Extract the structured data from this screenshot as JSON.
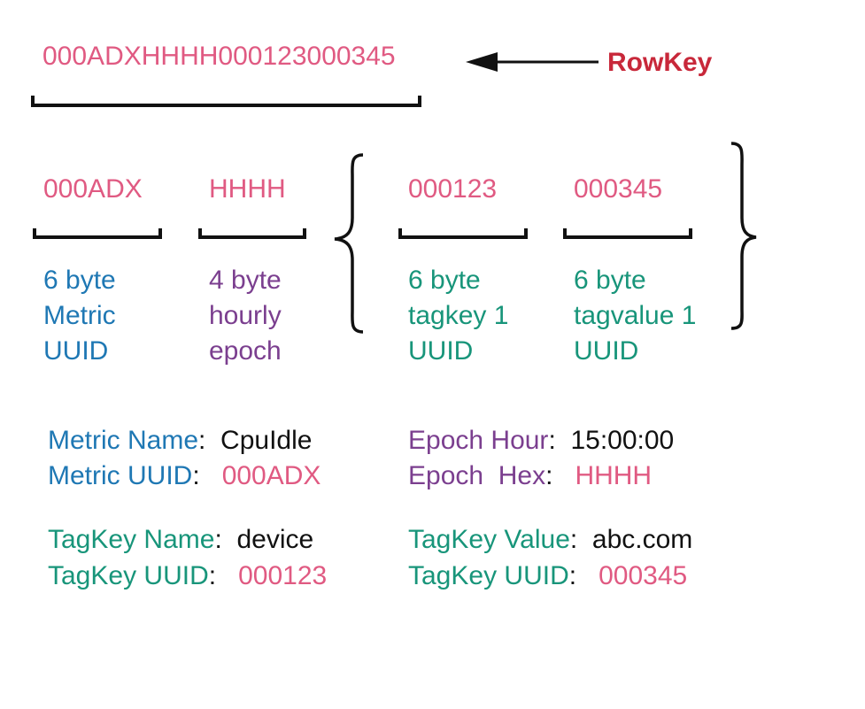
{
  "rowkey": {
    "value": "000ADXHHHH000123000345",
    "label": "RowKey"
  },
  "segments": [
    {
      "value": "000ADX",
      "desc": [
        "6 byte",
        "Metric",
        "UUID"
      ]
    },
    {
      "value": "HHHH",
      "desc": [
        "4 byte",
        "hourly",
        "epoch"
      ]
    },
    {
      "value": "000123",
      "desc": [
        "6 byte",
        "tagkey 1",
        "UUID"
      ]
    },
    {
      "value": "000345",
      "desc": [
        "6 byte",
        "tagvalue 1",
        "UUID"
      ]
    }
  ],
  "details": {
    "metric_name_label": "Metric Name",
    "metric_name_value": "CpuIdle",
    "metric_uuid_label": "Metric UUID",
    "metric_uuid_value": "000ADX",
    "epoch_hour_label": "Epoch Hour",
    "epoch_hour_value": "15:00:00",
    "epoch_hex_label": "Epoch  Hex",
    "epoch_hex_value": "HHHH",
    "tagkey_name_label": "TagKey Name",
    "tagkey_name_value": "device",
    "tagkey_uuid_label": "TagKey UUID",
    "tagkey_uuid_value": "000123",
    "tagkey_value_label": "TagKey Value",
    "tagkey_value_value": "abc.com",
    "tagvalue_uuid_label": "TagKey UUID",
    "tagvalue_uuid_value": "000345"
  },
  "colors": {
    "pink": "#e05a82",
    "blue": "#1f78b4",
    "purple": "#7b3f8f",
    "teal": "#18957a",
    "red": "#c8283a"
  }
}
